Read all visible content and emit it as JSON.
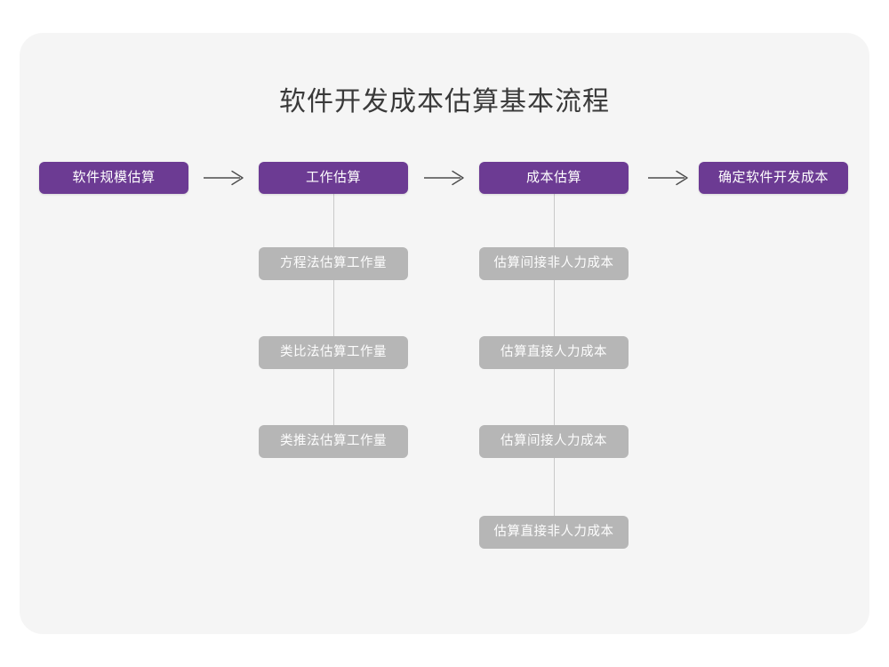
{
  "canvas": {
    "background": "#ffffff",
    "card_background": "#f5f5f5"
  },
  "title": "软件开发成本估算基本流程",
  "colors": {
    "primary": "#6c3b93",
    "secondary": "#b6b6b6",
    "title_text": "#3a3a3a",
    "node_text": "#ffffff",
    "connector": "#c9c9c9",
    "arrow": "#4d4d4d"
  },
  "flow": {
    "main_steps": [
      {
        "label": "软件规模估算"
      },
      {
        "label": "工作估算"
      },
      {
        "label": "成本估算"
      },
      {
        "label": "确定软件开发成本"
      }
    ],
    "arrows": [
      {
        "glyph": "→",
        "from": "软件规模估算",
        "to": "工作估算"
      },
      {
        "glyph": "→",
        "from": "工作估算",
        "to": "成本估算"
      },
      {
        "glyph": "→",
        "from": "成本估算",
        "to": "确定软件开发成本"
      }
    ],
    "branches": [
      {
        "parent": "工作估算",
        "items": [
          {
            "label": "方程法估算工作量"
          },
          {
            "label": "类比法估算工作量"
          },
          {
            "label": "类推法估算工作量"
          }
        ]
      },
      {
        "parent": "成本估算",
        "items": [
          {
            "label": "估算间接非人力成本"
          },
          {
            "label": "估算直接人力成本"
          },
          {
            "label": "估算间接人力成本"
          },
          {
            "label": "估算直接非人力成本"
          }
        ]
      }
    ]
  }
}
